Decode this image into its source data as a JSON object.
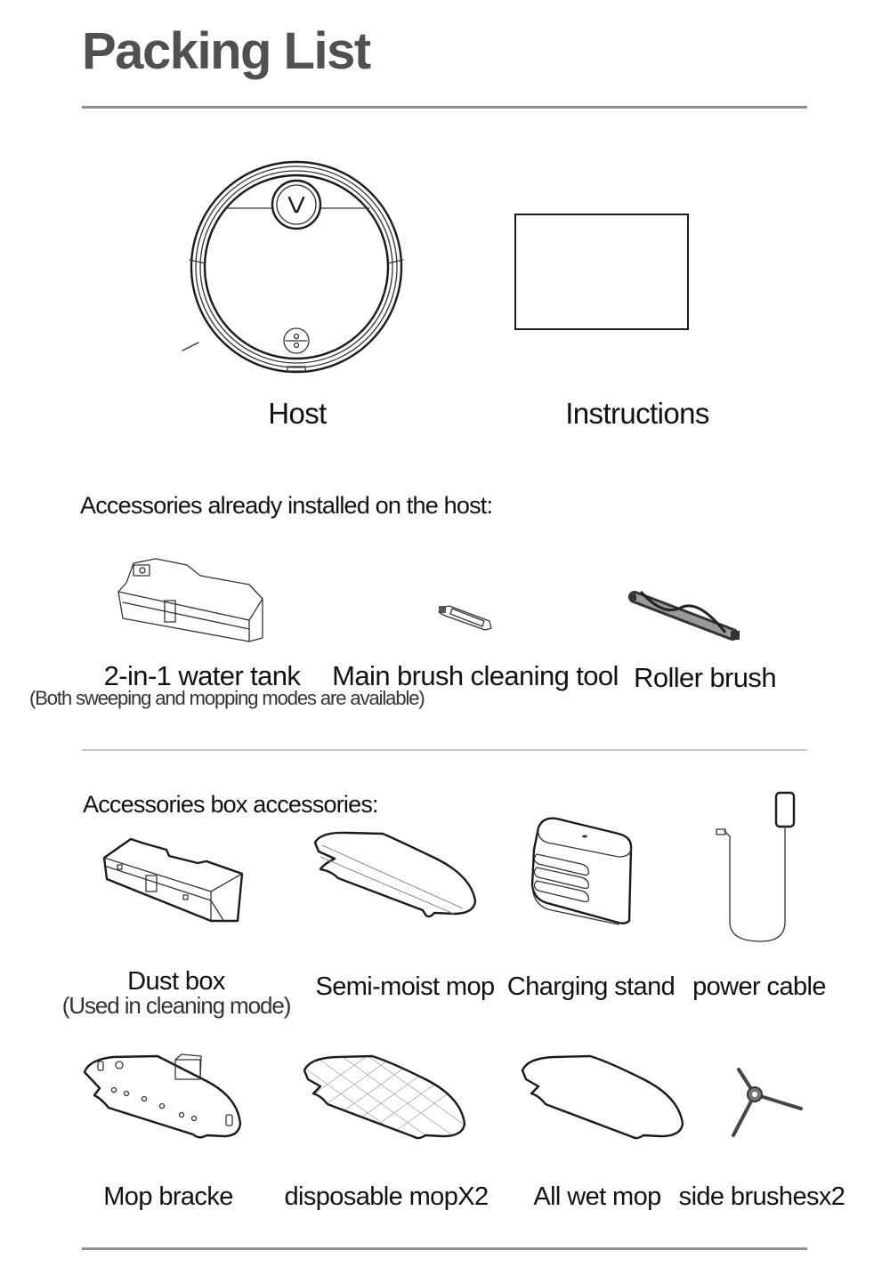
{
  "header": {
    "title": "Packing List"
  },
  "main_items": [
    {
      "label": "Host",
      "icon": "robot-vacuum-icon"
    },
    {
      "label": "Instructions",
      "icon": "manual-icon"
    }
  ],
  "installed_section": {
    "heading": "Accessories already installed on the host:",
    "items": [
      {
        "label": "2-in-1 water tank",
        "note": "(Both sweeping and mopping modes are available)",
        "icon": "water-tank-icon"
      },
      {
        "label": "Main brush cleaning tool",
        "icon": "cleaning-tool-icon"
      },
      {
        "label": "Roller brush",
        "icon": "roller-brush-icon"
      }
    ]
  },
  "box_section": {
    "heading": "Accessories box accessories:",
    "row1": [
      {
        "label": "Dust box",
        "note": "(Used in cleaning mode)",
        "icon": "dust-box-icon"
      },
      {
        "label": "Semi-moist mop",
        "icon": "semi-moist-mop-icon"
      },
      {
        "label": "Charging stand",
        "icon": "charging-stand-icon"
      },
      {
        "label": "power cable",
        "icon": "power-cable-icon"
      }
    ],
    "row2": [
      {
        "label": "Mop bracke",
        "icon": "mop-bracket-icon"
      },
      {
        "label": "disposable mopX2",
        "icon": "disposable-mop-icon"
      },
      {
        "label": "All wet mop",
        "icon": "wet-mop-icon"
      },
      {
        "label": "side brushesx2",
        "icon": "side-brush-icon"
      }
    ]
  },
  "colors": {
    "title": "#505050",
    "rule": "#8f8f8f",
    "rule_light": "#c8c8c8",
    "text": "#111111",
    "background": "#ffffff"
  }
}
